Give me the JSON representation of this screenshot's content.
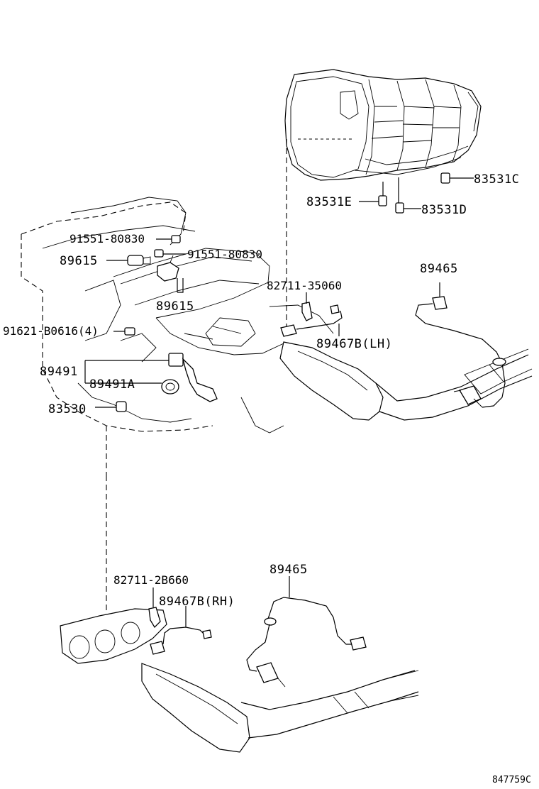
{
  "labels": {
    "p83531C": "83531C",
    "p83531E": "83531E",
    "p83531D": "83531D",
    "p91551_a": "91551-80830",
    "p91551_b": "91551-80830",
    "p89615_a": "89615",
    "p89615_b": "89615",
    "p89465_top": "89465",
    "p82711_35060": "82711-35060",
    "p91621": "91621-B0616(4)",
    "p89467B_LH": "89467B(LH)",
    "p89491": "89491",
    "p89491A": "89491A",
    "p83530": "83530",
    "p89465_bottom": "89465",
    "p82711_2B660": "82711-2B660",
    "p89467B_RH": "89467B(RH)"
  },
  "reference": "847759C"
}
